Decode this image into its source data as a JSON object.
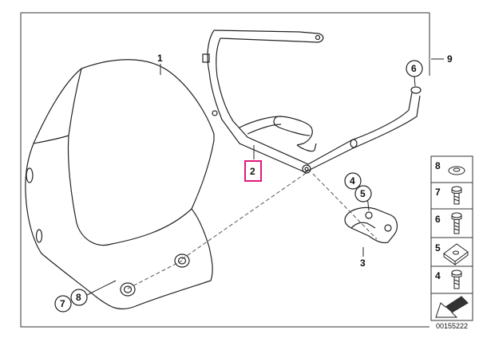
{
  "callouts": [
    {
      "id": "1",
      "label": "1"
    },
    {
      "id": "2",
      "label": "2"
    },
    {
      "id": "3",
      "label": "3"
    },
    {
      "id": "4",
      "label": "4"
    },
    {
      "id": "5",
      "label": "5"
    },
    {
      "id": "6",
      "label": "6"
    },
    {
      "id": "7",
      "label": "7"
    },
    {
      "id": "8",
      "label": "8"
    },
    {
      "id": "9",
      "label": "9"
    }
  ],
  "sidebar": {
    "items": [
      {
        "number": "8",
        "part": "washer-icon"
      },
      {
        "number": "7",
        "part": "screw-icon"
      },
      {
        "number": "6",
        "part": "screw-icon"
      },
      {
        "number": "5",
        "part": "clip-nut-icon"
      },
      {
        "number": "4",
        "part": "screw-icon"
      }
    ]
  },
  "diagram_id": "00155222",
  "colors": {
    "line": "#222222",
    "highlight": "#e0197a",
    "frame": "#333333"
  }
}
